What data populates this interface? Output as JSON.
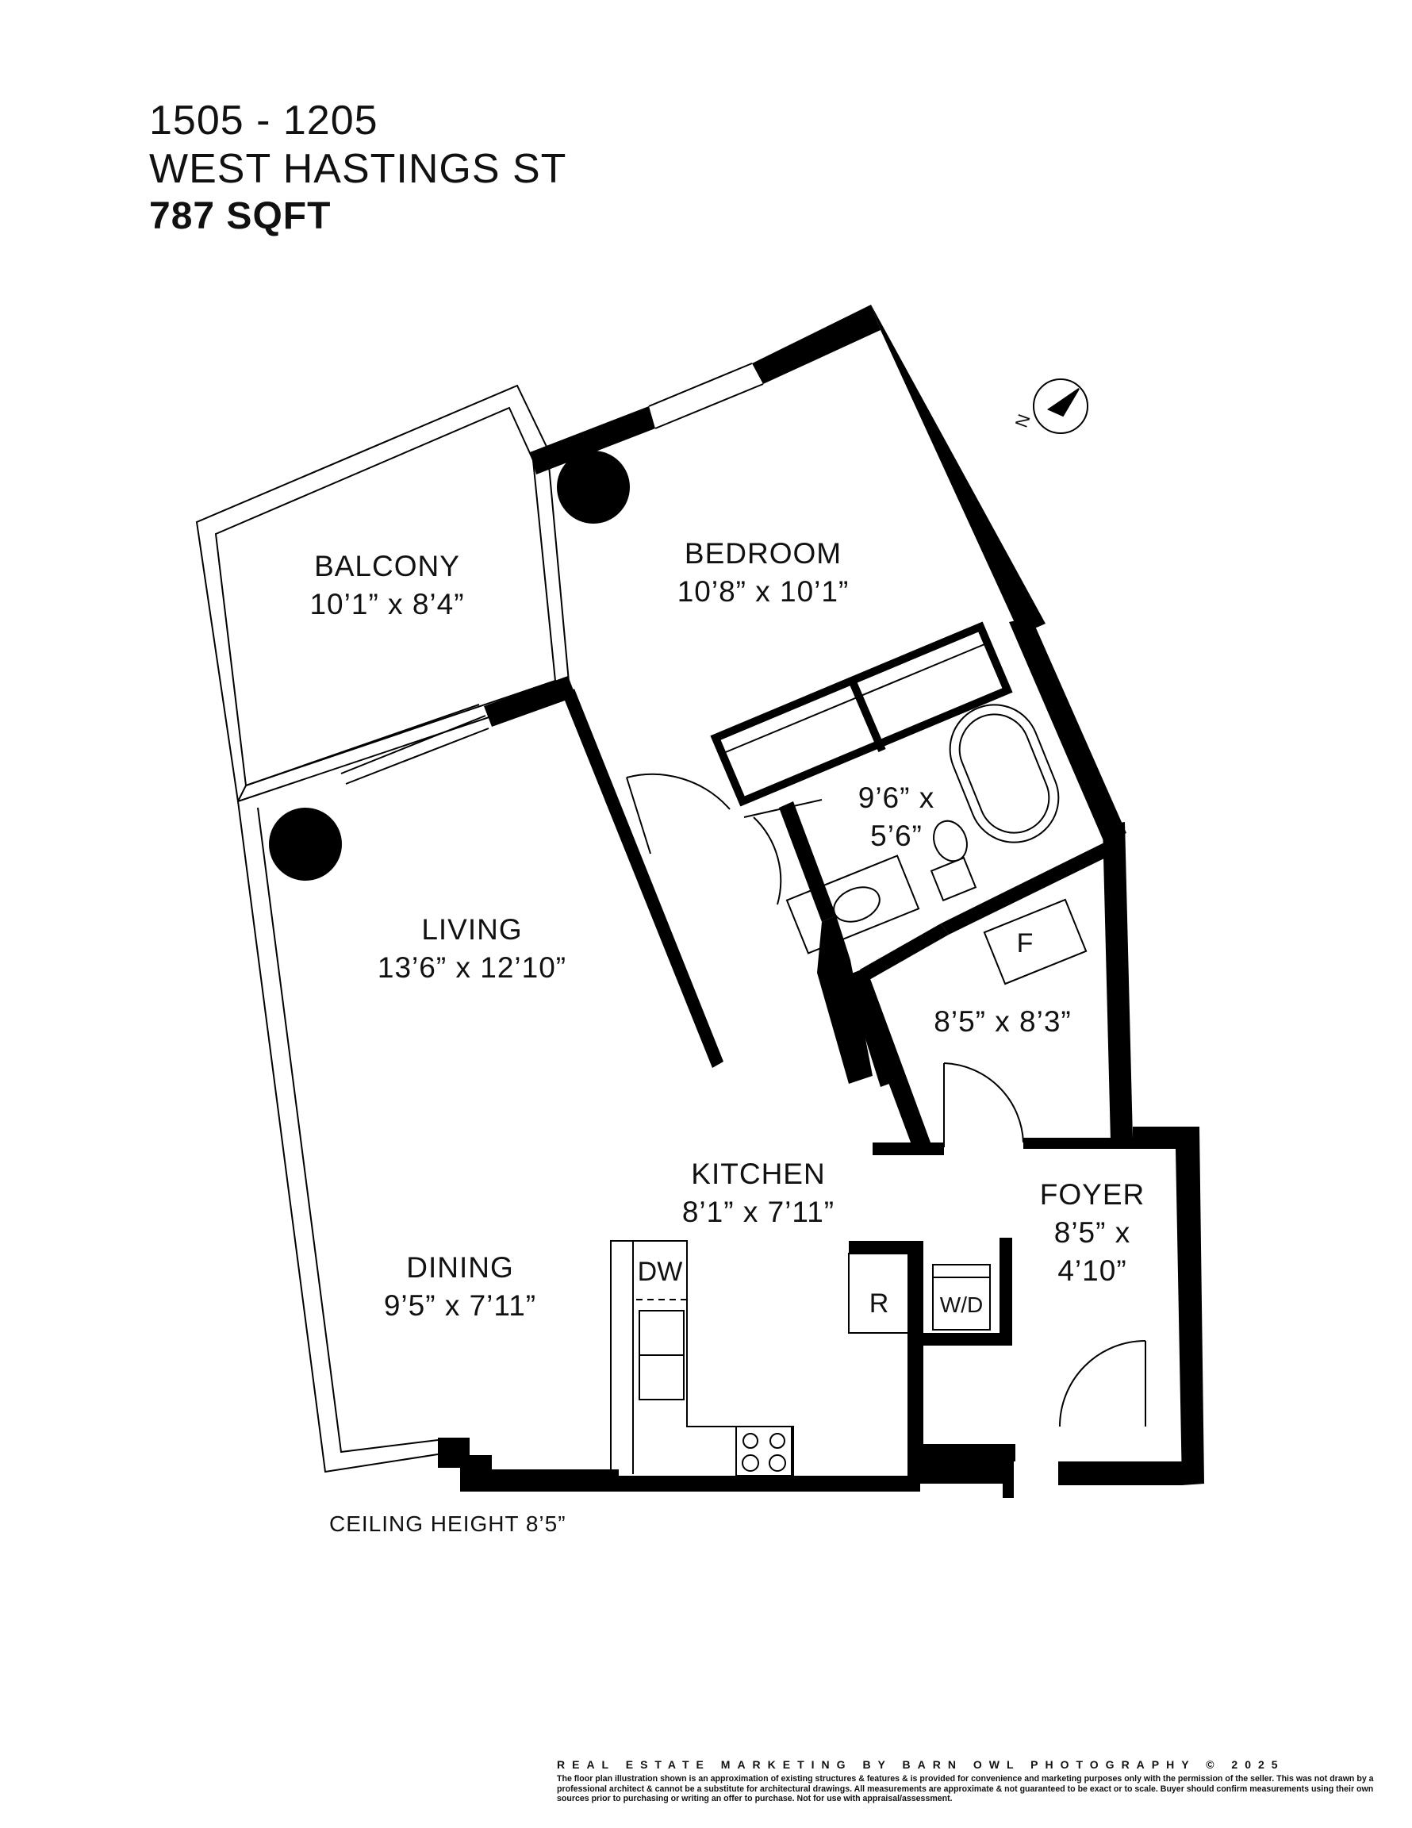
{
  "header": {
    "line1": "1505 - 1205",
    "line2": "WEST HASTINGS ST",
    "area": "787 SQFT"
  },
  "rooms": {
    "balcony": {
      "name": "BALCONY",
      "dims": "10’1” x 8’4”"
    },
    "bedroom": {
      "name": "BEDROOM",
      "dims": "10’8” x 10’1”"
    },
    "bath": {
      "dims_line1": "9’6” x",
      "dims_line2": "5’6”"
    },
    "living": {
      "name": "LIVING",
      "dims": "13’6” x 12’10”"
    },
    "den": {
      "dims": "8’5” x 8’3”"
    },
    "kitchen": {
      "name": "KITCHEN",
      "dims": "8’1” x 7’11”"
    },
    "foyer": {
      "name": "FOYER",
      "dims_line1": "8’5” x",
      "dims_line2": "4’10”"
    },
    "dining": {
      "name": "DINING",
      "dims": "9’5” x 7’11”"
    }
  },
  "fixtures": {
    "dishwasher": "DW",
    "fridge": "R",
    "washer_dryer": "W/D",
    "fireplace": "F"
  },
  "compass": {
    "letter": "N"
  },
  "footer": {
    "ceiling": "CEILING HEIGHT 8’5”",
    "credit": "REAL ESTATE MARKETING BY BARN OWL PHOTOGRAPHY © 2025",
    "disclaimer": "The floor plan illustration shown is an approximation of existing structures & features & is provided for convenience and marketing purposes only with the permission of the seller. This was not drawn by a professional architect & cannot be a substitute for architectural drawings. All measurements are approximate & not guaranteed to be exact or to scale. Buyer should confirm measurements using their own sources prior to purchasing or writing an offer to purchase. Not for use with appraisal/assessment."
  },
  "colors": {
    "wall": "#000000",
    "background": "#ffffff"
  }
}
